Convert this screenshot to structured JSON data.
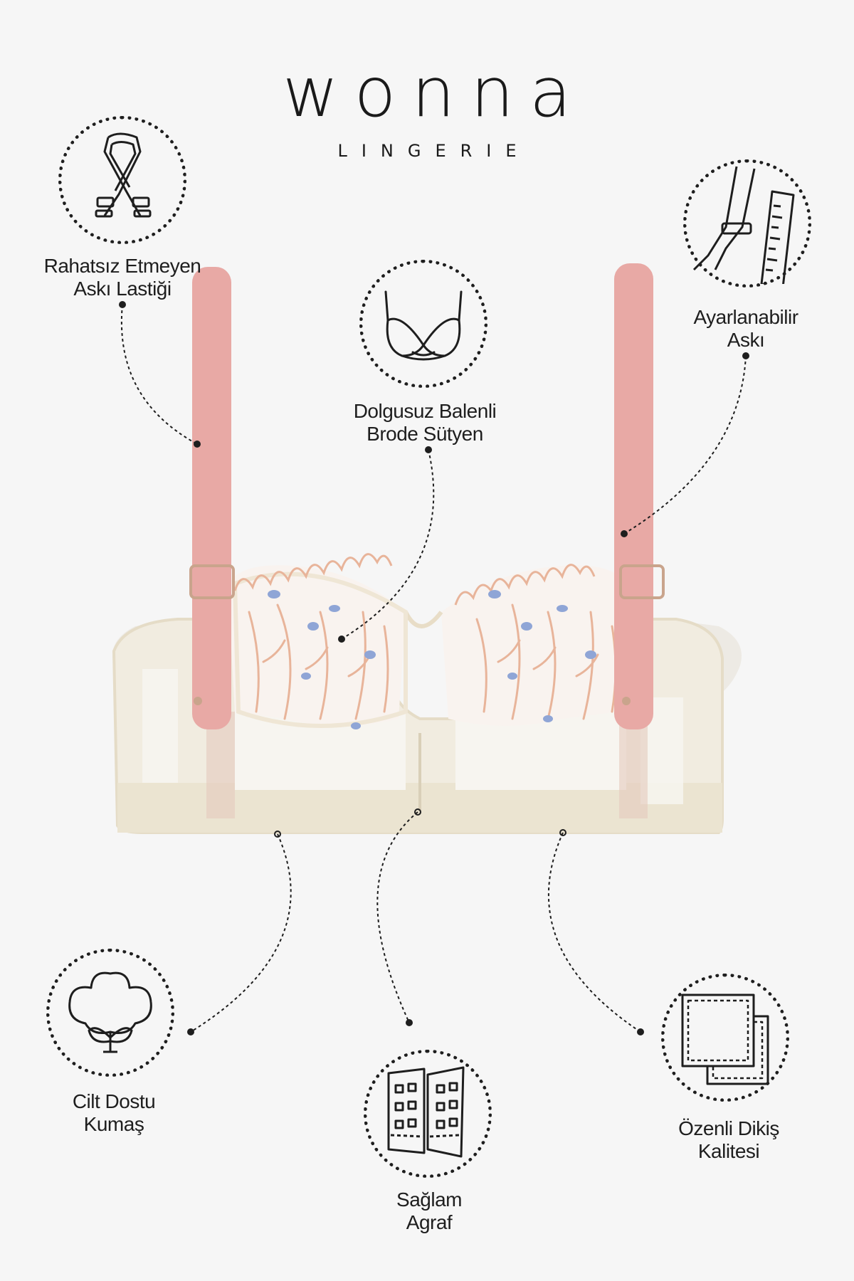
{
  "brand": {
    "name": "wonna",
    "subtitle": "LINGERIE"
  },
  "features": [
    {
      "id": "strap-elastic",
      "label_line1": "Rahatsız Etmeyen",
      "label_line2": "Askı Lastiği",
      "icon": "strap-icon"
    },
    {
      "id": "underwire",
      "label_line1": "Dolgusuz Balenli",
      "label_line2": "Brode Sütyen",
      "icon": "bra-icon"
    },
    {
      "id": "adjustable",
      "label_line1": "Ayarlanabilir",
      "label_line2": "Askı",
      "icon": "ruler-strap-icon"
    },
    {
      "id": "fabric",
      "label_line1": "Cilt Dostu",
      "label_line2": "Kumaş",
      "icon": "cotton-icon"
    },
    {
      "id": "hook",
      "label_line1": "Sağlam",
      "label_line2": "Agraf",
      "icon": "hook-eye-icon"
    },
    {
      "id": "stitch",
      "label_line1": "Özenli Dikiş",
      "label_line2": "Kalitesi",
      "icon": "stitch-icon"
    }
  ],
  "colors": {
    "background": "#f6f6f6",
    "strap": "#e8a9a5",
    "band": "#ece6d6",
    "lace": "#e8b49a",
    "lace_accent": "#8fa5d6"
  }
}
